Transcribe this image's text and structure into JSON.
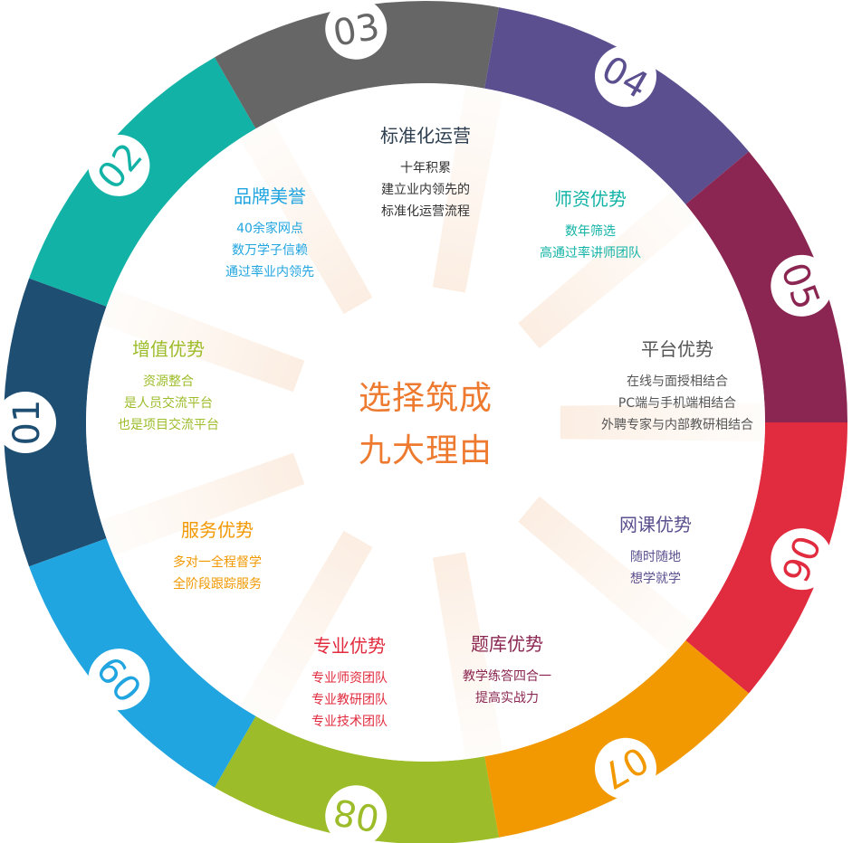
{
  "center": {
    "line1": "选择筑成",
    "line2": "九大理由"
  },
  "segments": [
    {
      "number": "01",
      "color": "#1e4f73",
      "title": "标准化运营",
      "title_color": "#2c3e4f",
      "lines": [
        "十年积累",
        "建立业内领先的",
        "标准化运营流程"
      ],
      "line_color": "#333333"
    },
    {
      "number": "02",
      "color": "#12b3a6",
      "title": "师资优势",
      "title_color": "#12b3a6",
      "lines": [
        "数年筛选",
        "高通过率讲师团队"
      ],
      "line_color": "#12b3a6"
    },
    {
      "number": "03",
      "color": "#666666",
      "title": "平台优势",
      "title_color": "#555555",
      "lines": [
        "在线与面授相结合",
        "PC端与手机端相结合",
        "外聘专家与内部教研相结合"
      ],
      "line_color": "#555555"
    },
    {
      "number": "04",
      "color": "#5b4f8f",
      "title": "网课优势",
      "title_color": "#5b4f8f",
      "lines": [
        "随时随地",
        "想学就学"
      ],
      "line_color": "#5b4f8f"
    },
    {
      "number": "05",
      "color": "#8a2651",
      "title": "题库优势",
      "title_color": "#8a2651",
      "lines": [
        "教学练答四合一",
        "提高实战力"
      ],
      "line_color": "#8a2651"
    },
    {
      "number": "06",
      "color": "#e12b3e",
      "title": "专业优势",
      "title_color": "#e12b3e",
      "lines": [
        "专业师资团队",
        "专业教研团队",
        "专业技术团队"
      ],
      "line_color": "#e12b3e"
    },
    {
      "number": "07",
      "color": "#f29800",
      "title": "服务优势",
      "title_color": "#f29800",
      "lines": [
        "多对一全程督学",
        "全阶段跟踪服务"
      ],
      "line_color": "#f29800"
    },
    {
      "number": "08",
      "color": "#9cbc29",
      "title": "增值优势",
      "title_color": "#9cbc29",
      "lines": [
        "资源整合",
        "是人员交流平台",
        "也是项目交流平台"
      ],
      "line_color": "#9cbc29"
    },
    {
      "number": "09",
      "color": "#21a5e0",
      "title": "品牌美誉",
      "title_color": "#21a5e0",
      "lines": [
        "40余家网点",
        "数万学子信赖",
        "通过率业内领先"
      ],
      "line_color": "#21a5e0"
    }
  ]
}
